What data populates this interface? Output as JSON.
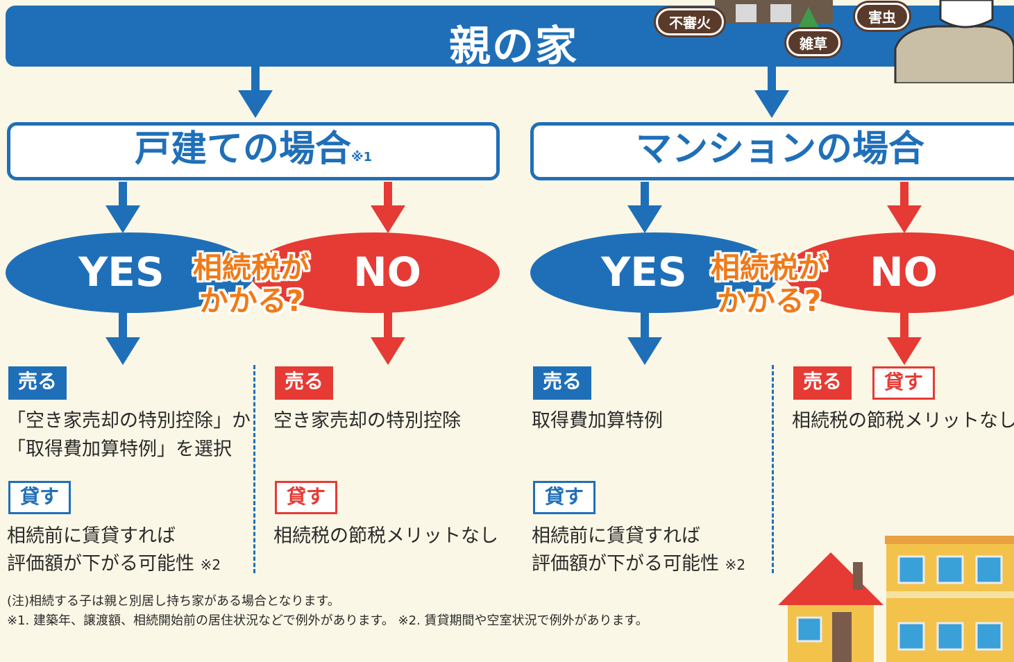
{
  "banner": {
    "title": "親の家"
  },
  "tags": {
    "arson": "不審火",
    "weeds": "雑草",
    "pests": "害虫"
  },
  "cases": [
    {
      "title": "戸建ての場合",
      "note": "※1",
      "yes_label": "YES",
      "no_label": "NO",
      "question_line1": "相続税が",
      "question_line2": "かかる?",
      "yes": {
        "sell_label": "売る",
        "sell_text_line1": "「空き家売却の特別控除」か",
        "sell_text_line2": "「取得費加算特例」を選択",
        "lend_label": "貸す",
        "lend_text_line1": "相続前に賃貸すれば",
        "lend_text_line2": "評価額が下がる可能性",
        "lend_note": "※2"
      },
      "no": {
        "sell_label": "売る",
        "sell_text": "空き家売却の特別控除",
        "lend_label": "貸す",
        "lend_text": "相続税の節税メリットなし"
      }
    },
    {
      "title": "マンションの場合",
      "yes_label": "YES",
      "no_label": "NO",
      "question_line1": "相続税が",
      "question_line2": "かかる?",
      "yes": {
        "sell_label": "売る",
        "sell_text": "取得費加算特例",
        "lend_label": "貸す",
        "lend_text_line1": "相続前に賃貸すれば",
        "lend_text_line2": "評価額が下がる可能性",
        "lend_note": "※2"
      },
      "no": {
        "sell_label": "売る",
        "lend_label": "貸す",
        "text": "相続税の節税メリットなし"
      }
    }
  ],
  "footnotes": {
    "line1": "(注)相続する子は親と別居し持ち家がある場合となります。",
    "line2": "※1. 建築年、譲渡額、相続開始前の居住状況などで例外があります。 ※2. 賃貸期間や空室状況で例外があります。"
  },
  "colors": {
    "blue": "#1f6fb8",
    "red": "#e63a34",
    "orange": "#f07a18",
    "tag": "#5a3a2a"
  }
}
